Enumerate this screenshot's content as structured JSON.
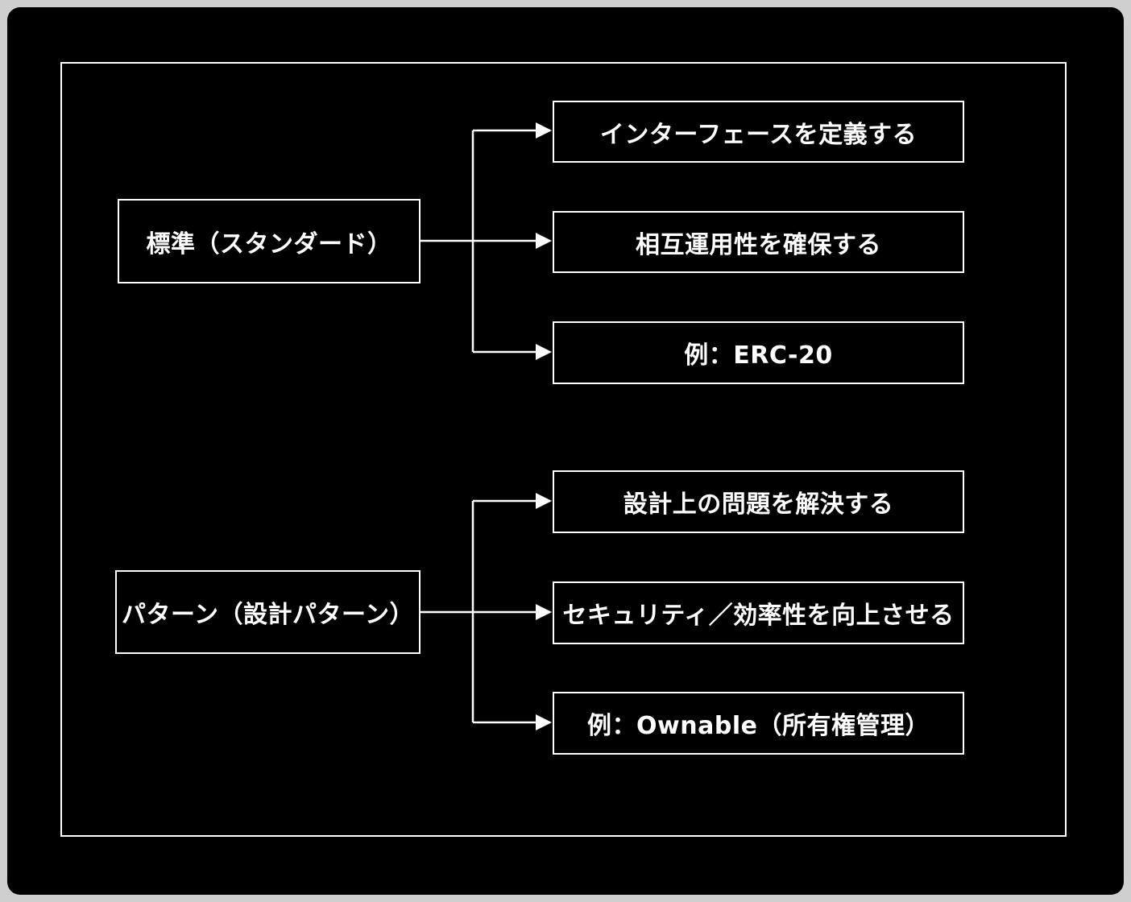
{
  "diagram": {
    "colors": {
      "background": "#000000",
      "foreground": "#ffffff",
      "outer": "#cfcfcf"
    },
    "groups": [
      {
        "id": "standard",
        "root": "標準（スタンダード）",
        "children": [
          "インターフェースを定義する",
          "相互運用性を確保する",
          "例：ERC-20"
        ]
      },
      {
        "id": "pattern",
        "root": "パターン（設計パターン）",
        "children": [
          "設計上の問題を解決する",
          "セキュリティ／効率性を向上させる",
          "例：Ownable（所有権管理）"
        ]
      }
    ]
  }
}
